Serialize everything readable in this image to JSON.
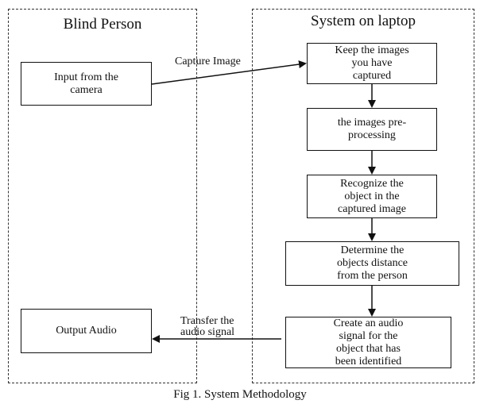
{
  "lanes": {
    "left_title": "Blind Person",
    "right_title": "System on laptop"
  },
  "nodes": {
    "input": "Input from the\ncamera",
    "keep": "Keep the images\nyou have\ncaptured",
    "preprocess": "the images pre-\nprocessing",
    "recognize": "Recognize the\nobject in the\ncaptured image",
    "distance": "Determine the\nobjects distance\nfrom the person",
    "audio_signal": "Create an audio\nsignal for the\nobject that has\nbeen identified",
    "output": "Output Audio"
  },
  "edges": {
    "capture": "Capture Image",
    "transfer": "Transfer the\naudio signal"
  },
  "caption": "Fig 1. System Methodology"
}
